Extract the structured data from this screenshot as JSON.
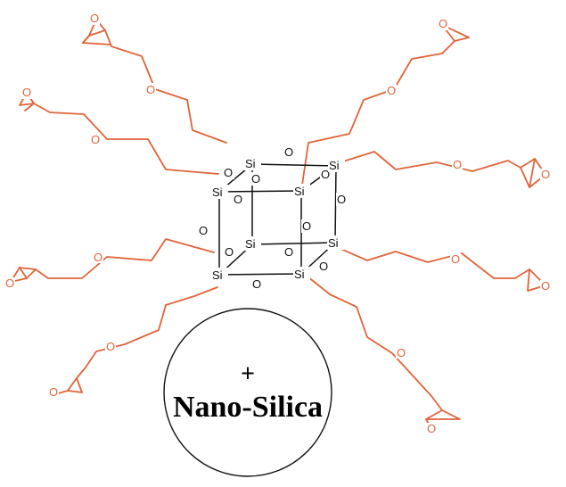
{
  "molecule": {
    "silicon_label": "Si",
    "oxygen_label": "O"
  },
  "sphere": {
    "plus_label": "+",
    "name_label": "Nano-Silica"
  },
  "colors": {
    "arm": "#e0643a",
    "cage": "#111111",
    "sphere_stroke": "#111111"
  }
}
